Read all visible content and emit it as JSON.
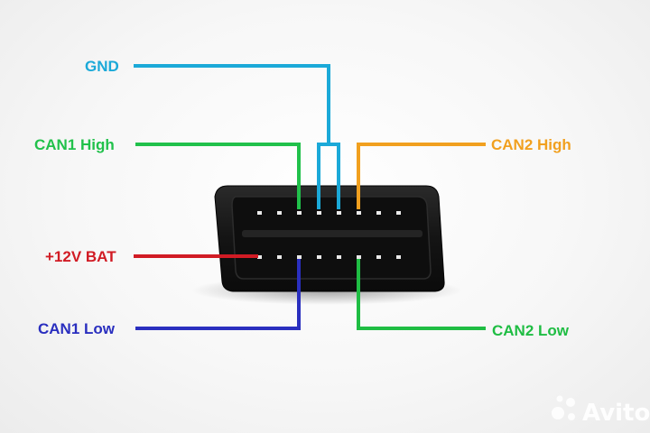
{
  "labels": {
    "gnd": "GND",
    "can1_high": "CAN1 High",
    "can2_high": "CAN2 High",
    "bat": "+12V BAT",
    "can1_low": "CAN1 Low",
    "can2_low": "CAN2 Low"
  },
  "colors": {
    "gnd": "#1ba9d8",
    "can1_high": "#21c14b",
    "can2_high": "#f1a01f",
    "bat": "#d11b24",
    "can1_low": "#2a2fbf",
    "can2_low": "#1fbd43",
    "connector_body": "#121212"
  },
  "watermark": {
    "text": "Avito"
  }
}
